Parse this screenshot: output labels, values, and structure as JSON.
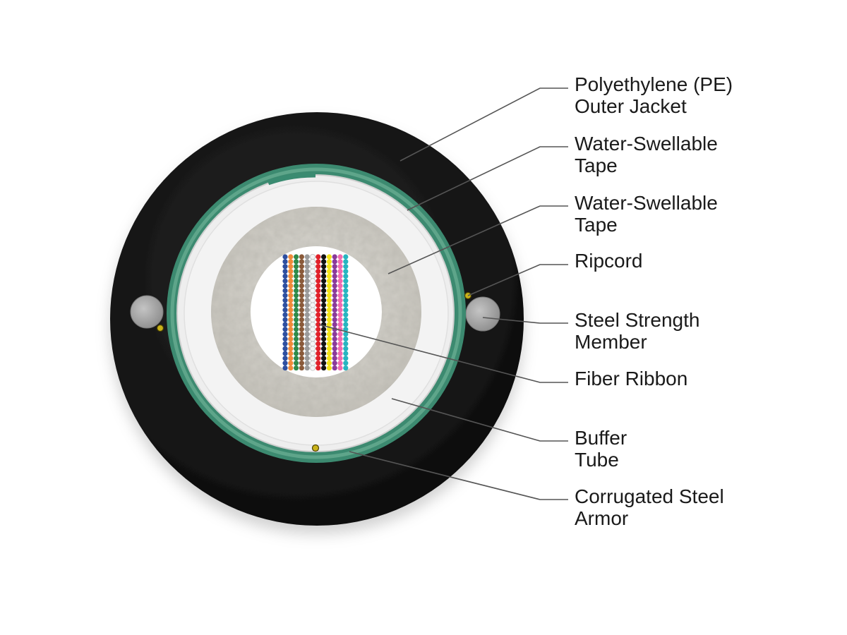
{
  "diagram": {
    "labels": [
      {
        "id": "pe-jacket",
        "lines": [
          "Polyethylene (PE)",
          "Outer Jacket"
        ]
      },
      {
        "id": "water-tape-outer",
        "lines": [
          "Water-Swellable",
          "Tape"
        ]
      },
      {
        "id": "water-tape-inner",
        "lines": [
          "Water-Swellable",
          "Tape"
        ]
      },
      {
        "id": "ripcord",
        "lines": [
          "Ripcord"
        ]
      },
      {
        "id": "steel-member",
        "lines": [
          "Steel Strength",
          "Member"
        ]
      },
      {
        "id": "fiber-ribbon",
        "lines": [
          "Fiber Ribbon"
        ]
      },
      {
        "id": "buffer-tube",
        "lines": [
          "Buffer",
          "Tube"
        ]
      },
      {
        "id": "steel-armor",
        "lines": [
          "Corrugated Steel",
          "Armor"
        ]
      }
    ],
    "fiber_colors": [
      "#2e4fa0",
      "#f08a3a",
      "#2f8a4a",
      "#8a5a3a",
      "#9a9a9a",
      "#f4f4f4",
      "#e0212a",
      "#111111",
      "#f2e21a",
      "#8a3a9a",
      "#f06ab0",
      "#27b5c0"
    ],
    "colors": {
      "jacket": "#151515",
      "armor": "#3c8a70",
      "tape": "#eeeeee",
      "filler": "#d7d5cf",
      "core": "#ffffff",
      "steel_member": "#a9a9a9",
      "ripcord": "#c9b21a",
      "leader_line": "#555555",
      "label_text": "#1a1a1a"
    }
  }
}
